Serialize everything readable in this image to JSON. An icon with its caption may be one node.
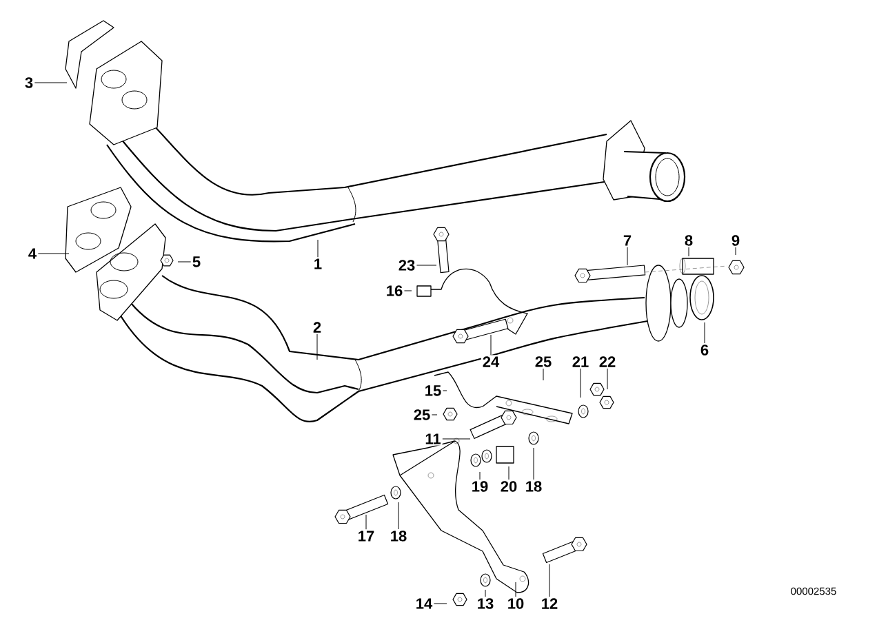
{
  "diagram": {
    "nodes": [
      {
        "text": [
          "3"
        ]
      },
      {
        "text": [
          "4"
        ]
      },
      {
        "text": [
          "5"
        ]
      },
      {
        "text": [
          "1"
        ]
      },
      {
        "text": [
          "2"
        ]
      },
      {
        "text": [
          "23"
        ]
      },
      {
        "text": [
          "16"
        ]
      },
      {
        "text": [
          "7"
        ]
      },
      {
        "text": [
          "8"
        ]
      },
      {
        "text": [
          "9"
        ]
      },
      {
        "text": [
          "6"
        ]
      },
      {
        "text": [
          "24"
        ]
      },
      {
        "text": [
          "25"
        ]
      },
      {
        "text": [
          "21"
        ]
      },
      {
        "text": [
          "22"
        ]
      },
      {
        "text": [
          "15"
        ]
      },
      {
        "text": [
          "25"
        ]
      },
      {
        "text": [
          "11"
        ]
      },
      {
        "text": [
          "19"
        ]
      },
      {
        "text": [
          "20"
        ]
      },
      {
        "text": [
          "18"
        ]
      },
      {
        "text": [
          "17"
        ]
      },
      {
        "text": [
          "18"
        ]
      },
      {
        "text": [
          "14"
        ]
      },
      {
        "text": [
          "13"
        ]
      },
      {
        "text": [
          "10"
        ]
      },
      {
        "text": [
          "12"
        ]
      }
    ],
    "edges": [
      {
        "from": 0,
        "to": null,
        "arrow": "none"
      },
      {
        "from": 1,
        "to": null,
        "arrow": "none"
      },
      {
        "from": 2,
        "to": null,
        "arrow": "none"
      },
      {
        "from": 3,
        "to": null,
        "arrow": "none"
      },
      {
        "from": 4,
        "to": null,
        "arrow": "none"
      },
      {
        "from": 5,
        "to": null,
        "arrow": "none"
      },
      {
        "from": 6,
        "to": null,
        "arrow": "none"
      },
      {
        "from": 7,
        "to": null,
        "arrow": "none"
      },
      {
        "from": 8,
        "to": null,
        "arrow": "none"
      },
      {
        "from": 9,
        "to": null,
        "arrow": "none"
      },
      {
        "from": 10,
        "to": null,
        "arrow": "none"
      },
      {
        "from": 11,
        "to": null,
        "arrow": "none"
      },
      {
        "from": 12,
        "to": null,
        "arrow": "none"
      },
      {
        "from": 13,
        "to": null,
        "arrow": "none"
      },
      {
        "from": 14,
        "to": null,
        "arrow": "none"
      },
      {
        "from": 15,
        "to": null,
        "arrow": "none"
      },
      {
        "from": 16,
        "to": null,
        "arrow": "none"
      },
      {
        "from": 17,
        "to": null,
        "arrow": "none"
      },
      {
        "from": 18,
        "to": null,
        "arrow": "none"
      },
      {
        "from": 19,
        "to": null,
        "arrow": "none"
      },
      {
        "from": 20,
        "to": null,
        "arrow": "none"
      },
      {
        "from": 21,
        "to": null,
        "arrow": "none"
      },
      {
        "from": 22,
        "to": null,
        "arrow": "none"
      },
      {
        "from": 23,
        "to": null,
        "arrow": "none"
      },
      {
        "from": 24,
        "to": null,
        "arrow": "none"
      },
      {
        "from": 25,
        "to": null,
        "arrow": "none"
      },
      {
        "from": 26,
        "to": null,
        "arrow": "none"
      }
    ],
    "labels": [
      "00002535"
    ]
  }
}
